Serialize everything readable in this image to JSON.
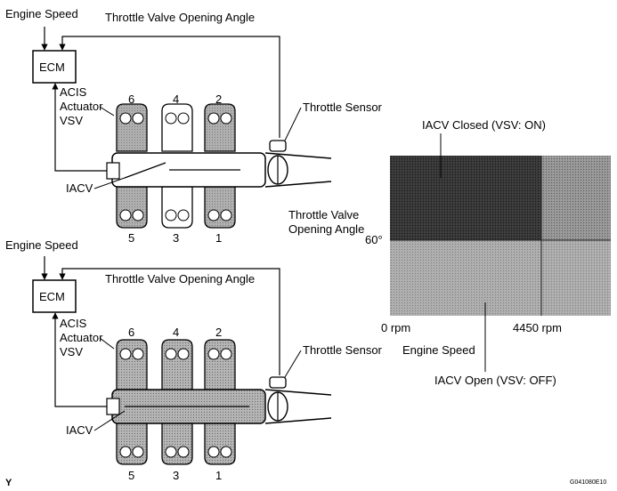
{
  "diagram_top": {
    "engine_speed_label": "Engine Speed",
    "throttle_angle_label": "Throttle Valve Opening Angle",
    "ecm_label": "ECM",
    "acis_label": [
      "ACIS",
      "Actuator",
      "VSV"
    ],
    "throttle_sensor_label": "Throttle Sensor",
    "iacv_label": "IACV",
    "cylinders_top": [
      "6",
      "4",
      "2"
    ],
    "cylinders_bottom": [
      "5",
      "3",
      "1"
    ]
  },
  "diagram_bottom": {
    "engine_speed_label": "Engine Speed",
    "throttle_angle_label": "Throttle Valve Opening Angle",
    "ecm_label": "ECM",
    "acis_label": [
      "ACIS",
      "Actuator",
      "VSV"
    ],
    "throttle_sensor_label": "Throttle Sensor",
    "iacv_label": "IACV",
    "cylinders_top": [
      "6",
      "4",
      "2"
    ],
    "cylinders_bottom": [
      "5",
      "3",
      "1"
    ]
  },
  "chart": {
    "region_closed_label": "IACV Closed (VSV: ON)",
    "region_open_label": "IACV Open (VSV: OFF)",
    "y_axis_label": [
      "Throttle Valve",
      "Opening Angle"
    ],
    "y_tick": "60°",
    "x_tick_min": "0 rpm",
    "x_tick_max": "4450 rpm",
    "x_axis_label": "Engine Speed",
    "colors": {
      "closed": "#3a3a3a",
      "open": "#a0a0a0",
      "right_top": "#8a8a8a"
    }
  },
  "corner_left": "Y",
  "corner_right": "G041080E10"
}
